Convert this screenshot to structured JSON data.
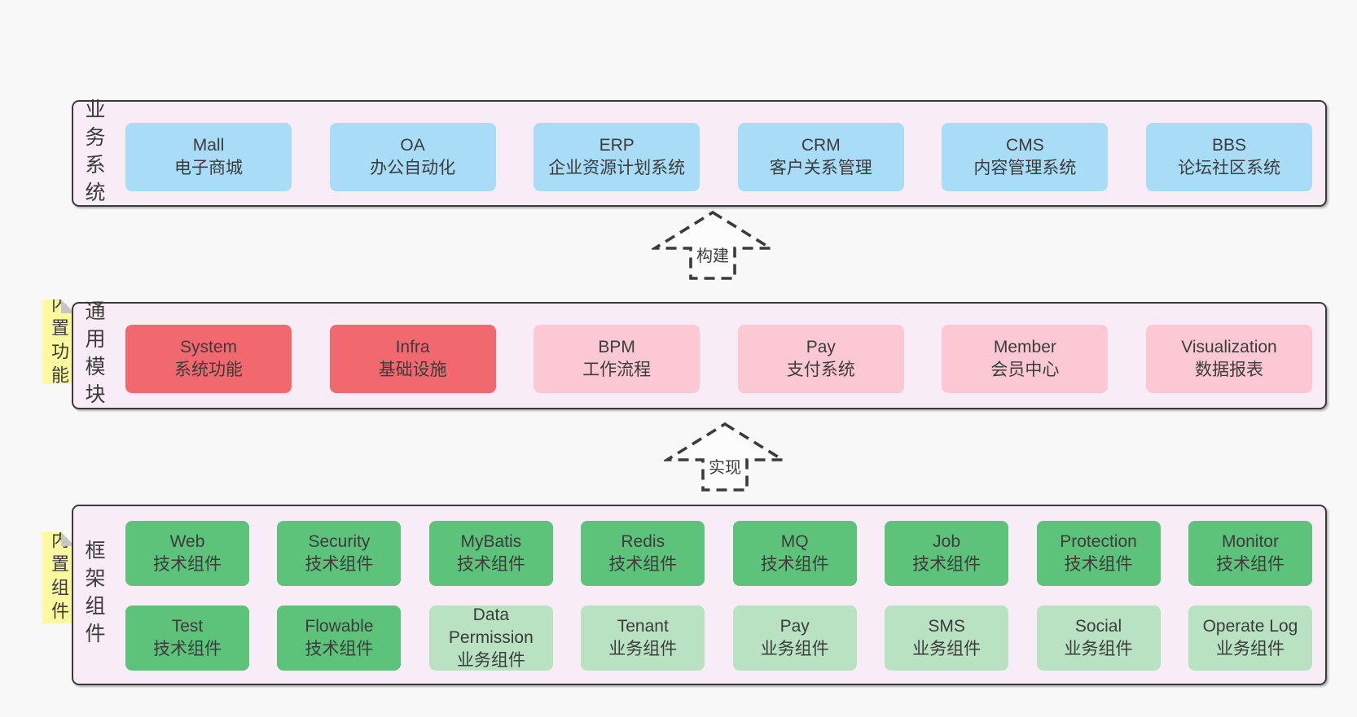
{
  "colors": {
    "page_background": "#f8f8f8",
    "panel_background": "#f8edf6",
    "panel_border": "#3a3a3a",
    "blue_box": "#a9dcf6",
    "red_box": "#f1696e",
    "pink_box": "#fbc8d3",
    "green_dark_box": "#5ec37a",
    "green_light_box": "#b8e2c2",
    "yellow_tab": "#fbf9a0",
    "fold_gray": "#c6c6c6",
    "text": "#3c3c3c"
  },
  "sections": {
    "business": {
      "label": "业务系统",
      "boxes": [
        {
          "title": "Mall",
          "subtitle": "电子商城"
        },
        {
          "title": "OA",
          "subtitle": "办公自动化"
        },
        {
          "title": "ERP",
          "subtitle": "企业资源计划系统"
        },
        {
          "title": "CRM",
          "subtitle": "客户关系管理"
        },
        {
          "title": "CMS",
          "subtitle": "内容管理系统"
        },
        {
          "title": "BBS",
          "subtitle": "论坛社区系统"
        }
      ]
    },
    "modules": {
      "label": "通用模块",
      "tab": "内置功能",
      "boxes": [
        {
          "title": "System",
          "subtitle": "系统功能",
          "variant": "red"
        },
        {
          "title": "Infra",
          "subtitle": "基础设施",
          "variant": "red"
        },
        {
          "title": "BPM",
          "subtitle": "工作流程",
          "variant": "pink"
        },
        {
          "title": "Pay",
          "subtitle": "支付系统",
          "variant": "pink"
        },
        {
          "title": "Member",
          "subtitle": "会员中心",
          "variant": "pink"
        },
        {
          "title": "Visualization",
          "subtitle": "数据报表",
          "variant": "pink"
        }
      ]
    },
    "framework": {
      "label": "框架组件",
      "tab": "内置组件",
      "row1": [
        {
          "title": "Web",
          "subtitle": "技术组件",
          "variant": "green-dark"
        },
        {
          "title": "Security",
          "subtitle": "技术组件",
          "variant": "green-dark"
        },
        {
          "title": "MyBatis",
          "subtitle": "技术组件",
          "variant": "green-dark"
        },
        {
          "title": "Redis",
          "subtitle": "技术组件",
          "variant": "green-dark"
        },
        {
          "title": "MQ",
          "subtitle": "技术组件",
          "variant": "green-dark"
        },
        {
          "title": "Job",
          "subtitle": "技术组件",
          "variant": "green-dark"
        },
        {
          "title": "Protection",
          "subtitle": "技术组件",
          "variant": "green-dark"
        },
        {
          "title": "Monitor",
          "subtitle": "技术组件",
          "variant": "green-dark"
        }
      ],
      "row2": [
        {
          "title": "Test",
          "subtitle": "技术组件",
          "variant": "green-dark"
        },
        {
          "title": "Flowable",
          "subtitle": "技术组件",
          "variant": "green-dark"
        },
        {
          "title": "Data Permission",
          "subtitle": "业务组件",
          "variant": "green-light"
        },
        {
          "title": "Tenant",
          "subtitle": "业务组件",
          "variant": "green-light"
        },
        {
          "title": "Pay",
          "subtitle": "业务组件",
          "variant": "green-light"
        },
        {
          "title": "SMS",
          "subtitle": "业务组件",
          "variant": "green-light"
        },
        {
          "title": "Social",
          "subtitle": "业务组件",
          "variant": "green-light"
        },
        {
          "title": "Operate Log",
          "subtitle": "业务组件",
          "variant": "green-light"
        }
      ]
    }
  },
  "arrows": {
    "build": "构建",
    "implement": "实现"
  }
}
